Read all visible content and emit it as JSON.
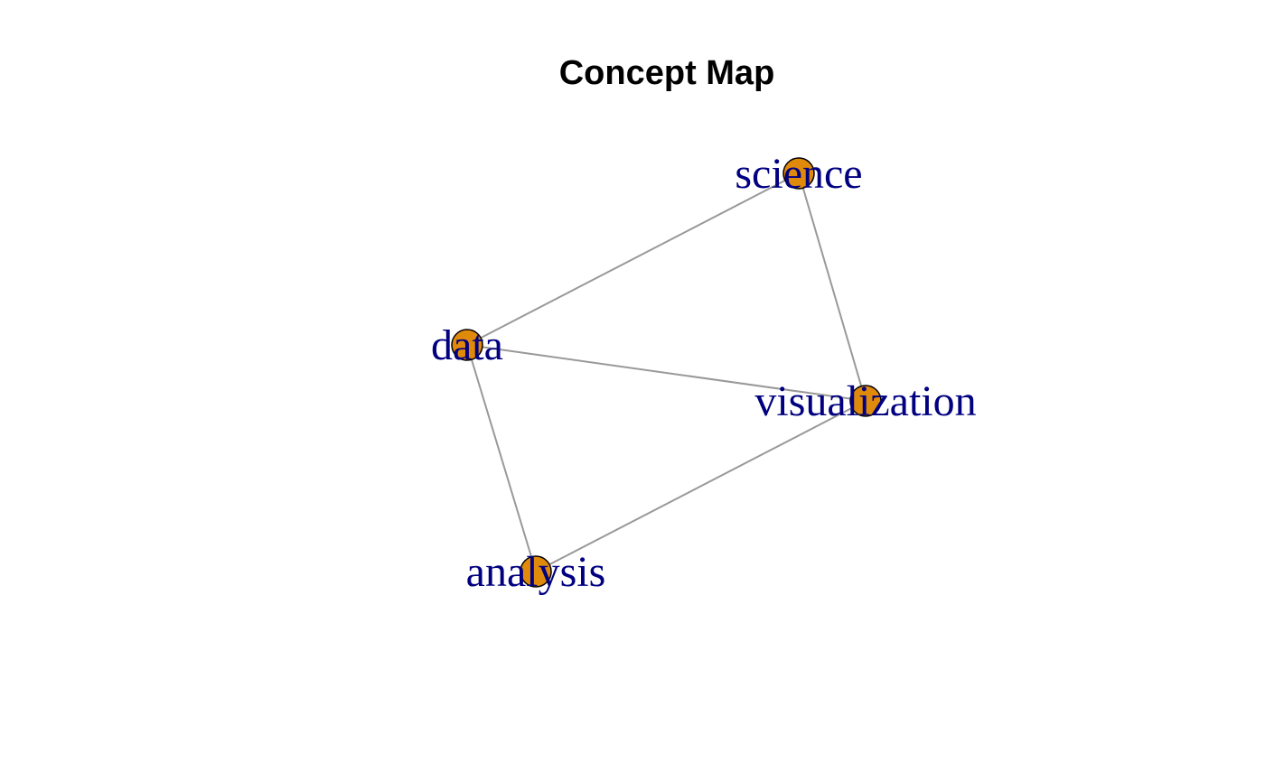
{
  "diagram": {
    "title": "Concept Map",
    "colors": {
      "node_fill": "#E08A0B",
      "node_stroke": "#000000",
      "edge": "#999999",
      "label": "#000080",
      "title": "#000000"
    },
    "nodes": [
      {
        "id": "science",
        "label": "science"
      },
      {
        "id": "data",
        "label": "data"
      },
      {
        "id": "visualization",
        "label": "visualization"
      },
      {
        "id": "analysis",
        "label": "analysis"
      }
    ],
    "edges": [
      {
        "from": "data",
        "to": "science"
      },
      {
        "from": "science",
        "to": "visualization"
      },
      {
        "from": "data",
        "to": "visualization"
      },
      {
        "from": "data",
        "to": "analysis"
      },
      {
        "from": "analysis",
        "to": "visualization"
      }
    ]
  }
}
